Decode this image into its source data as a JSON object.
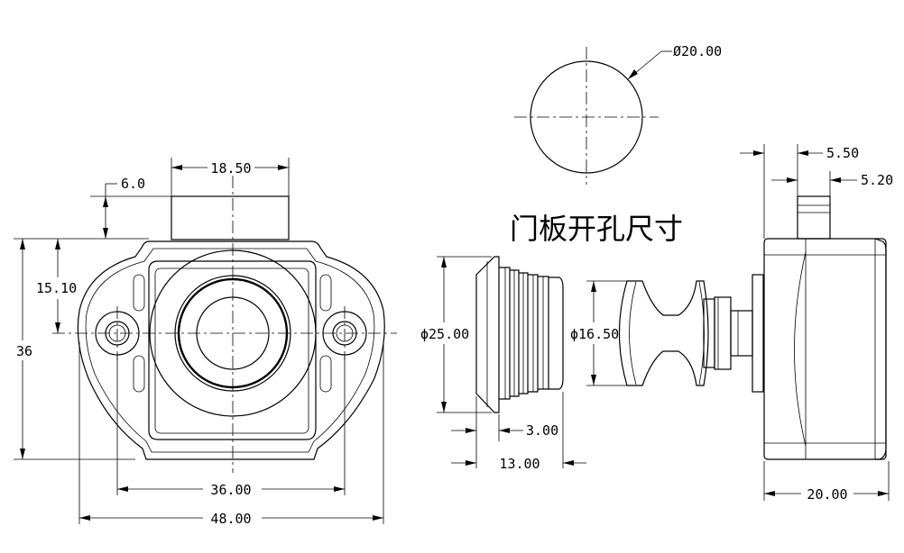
{
  "title": "门板开孔尺寸",
  "dimensions": {
    "hole_diameter": "Ø20.00",
    "top_width": "18.50",
    "top_height": "6.0",
    "upper_height": "15.10",
    "total_height": "36",
    "hole_spacing": "36.00",
    "total_width": "48.00",
    "flange_diameter": "ϕ25.00",
    "knob_diameter": "ϕ16.50",
    "flange_thickness": "3.00",
    "insert_length": "13.00",
    "stem_5_50": "5.50",
    "stem_5_20": "5.20",
    "body_depth": "20.00"
  }
}
